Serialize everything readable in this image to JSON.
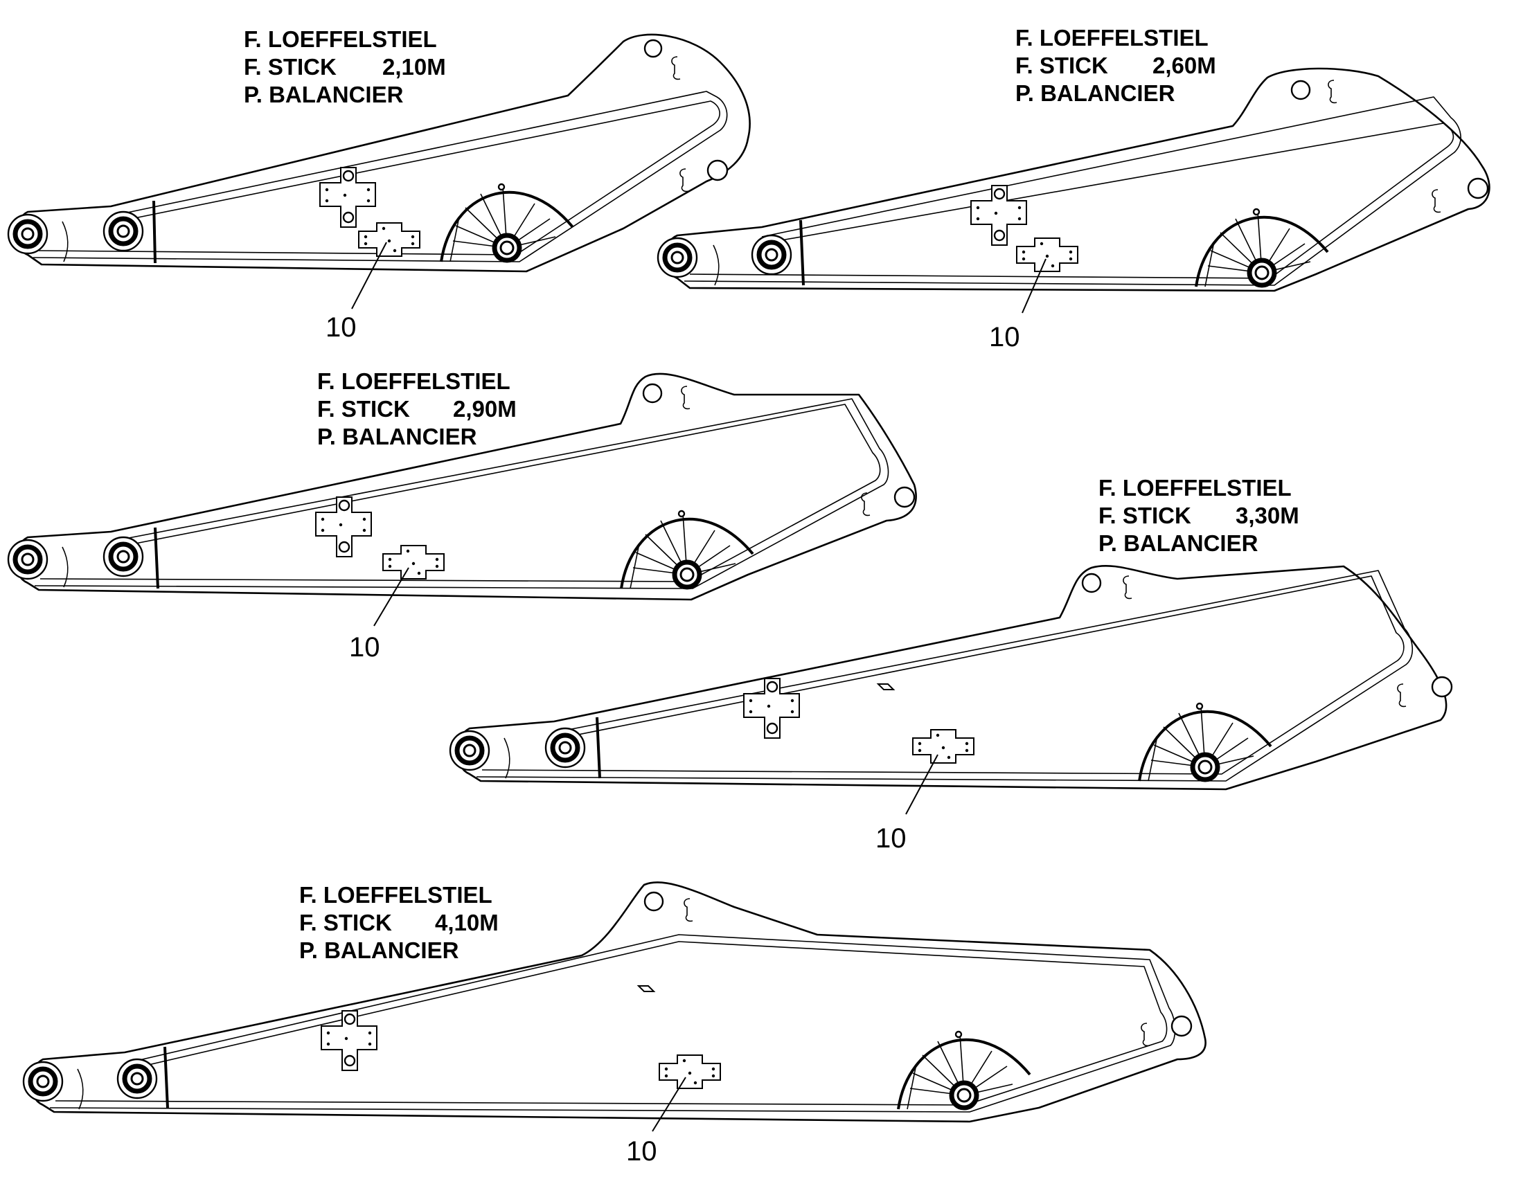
{
  "sticks": [
    {
      "name_de": "F. LOEFFELSTIEL",
      "name_en": "F. STICK",
      "length": "2,10M",
      "name_fr": "P. BALANCIER",
      "callout": "10"
    },
    {
      "name_de": "F. LOEFFELSTIEL",
      "name_en": "F. STICK",
      "length": "2,60M",
      "name_fr": "P. BALANCIER",
      "callout": "10"
    },
    {
      "name_de": "F. LOEFFELSTIEL",
      "name_en": "F. STICK",
      "length": "2,90M",
      "name_fr": "P. BALANCIER",
      "callout": "10"
    },
    {
      "name_de": "F. LOEFFELSTIEL",
      "name_en": "F. STICK",
      "length": "3,30M",
      "name_fr": "P. BALANCIER",
      "callout": "10"
    },
    {
      "name_de": "F. LOEFFELSTIEL",
      "name_en": "F. STICK",
      "length": "4,10M",
      "name_fr": "P. BALANCIER",
      "callout": "10"
    }
  ],
  "colors": {
    "line": "#000000",
    "background": "#ffffff"
  }
}
